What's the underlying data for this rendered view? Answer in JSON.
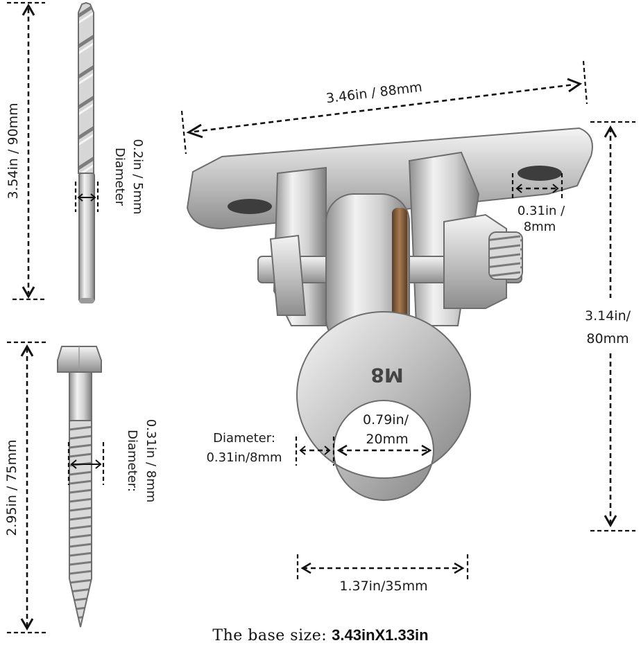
{
  "labels": {
    "drill_length": "3.54in / 90mm",
    "drill_diameter_title": "Diameter",
    "drill_diameter_value": "0.2in / 5mm",
    "screw_length": "2.95in / 75mm",
    "screw_diameter_title": "Diameter:",
    "screw_diameter_value": "0.31in / 8mm",
    "plate_width": "3.46in / 88mm",
    "hole_diameter_line1": "0.31in /",
    "hole_diameter_line2": "8mm",
    "total_height_line1": "3.14in/",
    "total_height_line2": "80mm",
    "ring_wire_title": "Diameter:",
    "ring_wire_value": "0.31in/8mm",
    "ring_inner_line1": "0.79in/",
    "ring_inner_line2": "20mm",
    "ring_outer": "1.37in/35mm",
    "eyebolt_stamp": "M8"
  },
  "caption": {
    "prefix": "The base size:",
    "value": "3.43inX1.33in"
  },
  "colors": {
    "steel_light": "#e8e8e8",
    "steel_mid": "#b9b9b9",
    "steel_dark": "#7a7a7a",
    "bronze": "#8a6440",
    "line": "#111111"
  }
}
